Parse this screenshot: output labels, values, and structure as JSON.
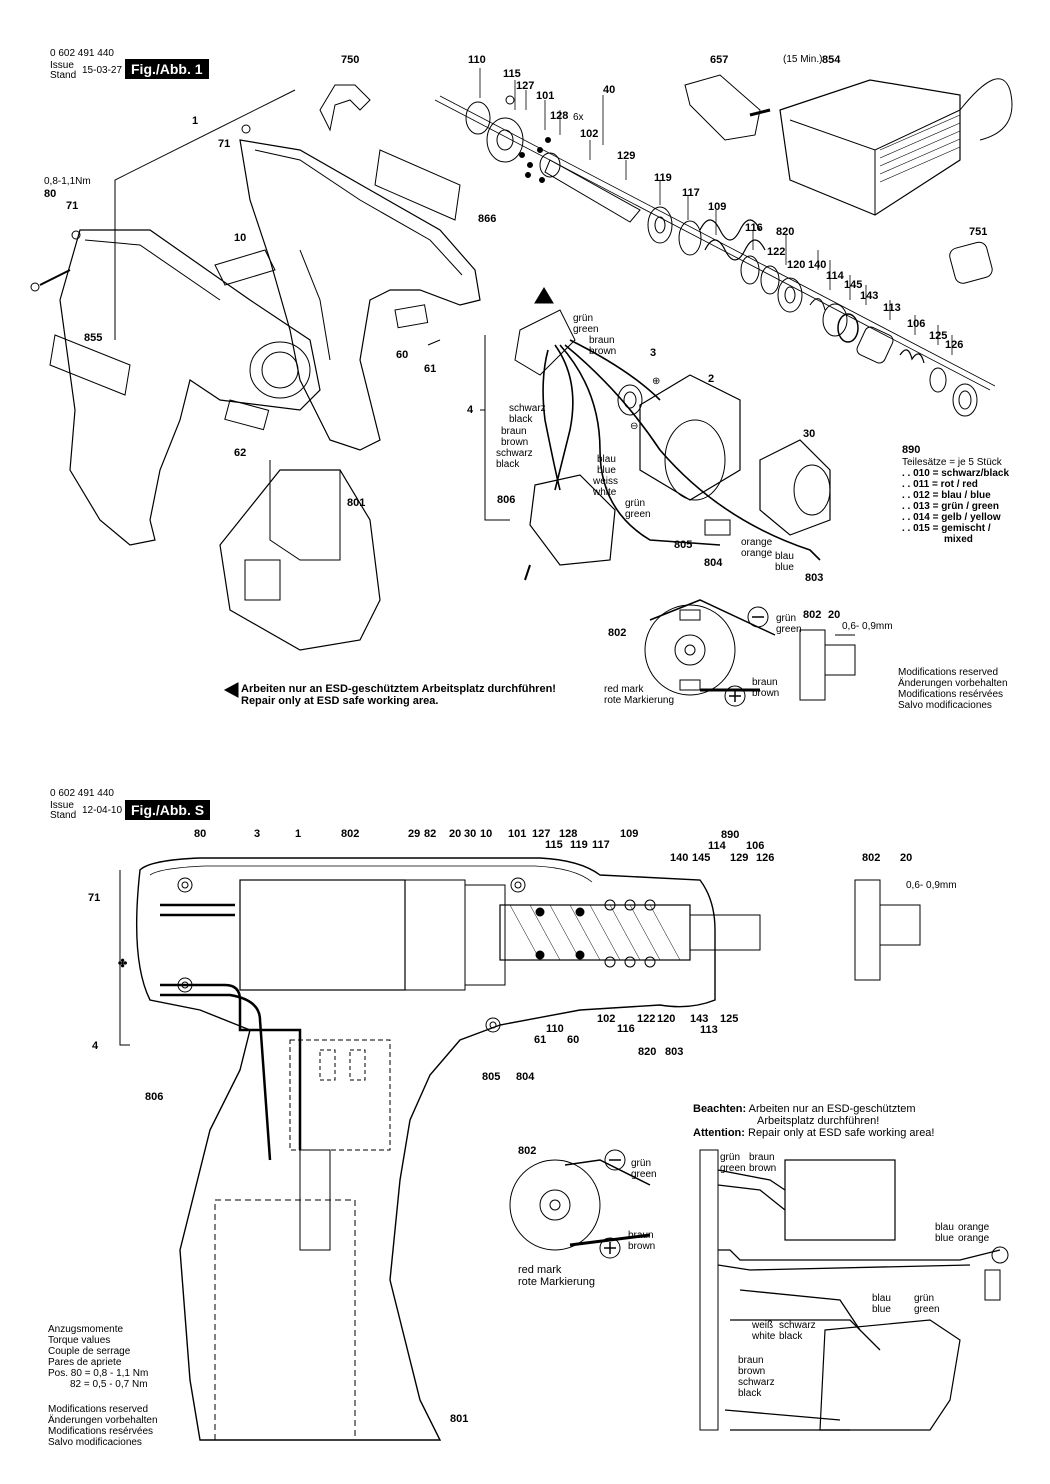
{
  "fig1": {
    "part_number": "0 602 491 440",
    "issue_label": "Issue",
    "stand_label": "Stand",
    "date": "15-03-27",
    "fig_label": "Fig./Abb. 1",
    "callouts": [
      "750",
      "110",
      "115",
      "127",
      "101",
      "128",
      "6x",
      "40",
      "102",
      "129",
      "657",
      "(15 Min.)",
      "854",
      "866",
      "1",
      "71",
      "0,8-1,1Nm",
      "80",
      "71",
      "10",
      "119",
      "117",
      "109",
      "116",
      "820",
      "122",
      "120",
      "140",
      "114",
      "145",
      "143",
      "113",
      "106",
      "125",
      "126",
      "751",
      "855",
      "60",
      "61",
      "62",
      "801",
      "806",
      "805",
      "804",
      "803",
      "3",
      "2",
      "30",
      "4",
      "890"
    ],
    "wires": {
      "gruen_green": [
        "grün",
        "green"
      ],
      "braun_brown": [
        "braun",
        "brown"
      ],
      "schwarz_black": [
        "schwarz",
        "black"
      ],
      "braun_brown2": [
        "braun",
        "brown"
      ],
      "schwarz_black2": [
        "schwarz",
        "black"
      ],
      "blau_blue": [
        "blau",
        "blue"
      ],
      "weiss_white": [
        "weiss",
        "white"
      ],
      "gruen_green2": [
        "grün",
        "green"
      ],
      "orange_orange": [
        "orange",
        "orange"
      ],
      "blau_blue2": [
        "blau",
        "blue"
      ]
    },
    "sets": {
      "title": "Teilesätze = je 5 Stück",
      "rows": [
        ". . 010 = schwarz/black",
        ". . 011 = rot / red",
        ". . 012 = blau / blue",
        ". . 013 = grün / green",
        ". . 014 = gelb / yellow",
        ". . 015 = gemischt /",
        "mixed"
      ]
    },
    "esd_warning": [
      "Arbeiten nur an ESD-geschütztem Arbeitsplatz durchführen!",
      "Repair only at ESD safe working area."
    ],
    "detail": {
      "label_802": "802",
      "gruen": "grün",
      "green": "green",
      "braun": "braun",
      "brown": "brown",
      "red_mark": "red mark",
      "rote_markierung": "rote Markierung",
      "gap_labels": [
        "802",
        "20"
      ],
      "gap": "0,6- 0,9mm"
    },
    "modifications": [
      "Modifications reserved",
      "Änderungen vorbehalten",
      "Modifications resérvées",
      "Salvo modificaciones"
    ]
  },
  "figS": {
    "part_number": "0 602 491 440",
    "issue_label": "Issue",
    "stand_label": "Stand",
    "date": "12-04-10",
    "fig_label": "Fig./Abb. S",
    "top_callouts": [
      "80",
      "3",
      "1",
      "802",
      "29",
      "82",
      "20",
      "30",
      "10",
      "101",
      "127",
      "128",
      "115",
      "119",
      "117",
      "109",
      "890",
      "114",
      "106",
      "140",
      "145",
      "129",
      "126",
      "802",
      "20"
    ],
    "left_callouts": [
      "71",
      "4",
      "806"
    ],
    "bottom_callouts": [
      "102",
      "116",
      "122",
      "120",
      "143",
      "113",
      "125",
      "61",
      "110",
      "60",
      "820",
      "803",
      "805",
      "804",
      "801"
    ],
    "gap": "0,6- 0,9mm",
    "note": {
      "beachten": "Beachten:",
      "attention": "Attention:",
      "line1": "Arbeiten nur an ESD-geschütztem",
      "line2": "Arbeitsplatz durchführen!",
      "line3": "Repair only at ESD safe working area!"
    },
    "detail_circle": {
      "label": "802",
      "gruen": "grün",
      "green": "green",
      "braun": "braun",
      "brown": "brown",
      "red_mark": "red mark",
      "rote": "rote Markierung"
    },
    "wiring": {
      "gruen": "grün",
      "green": "green",
      "braun": "braun",
      "brown": "brown",
      "blau": "blau",
      "blue": "blue",
      "orange": "orange",
      "orange2": "orange",
      "gruen2": "grün",
      "green2": "green",
      "blau2": "blau",
      "blue2": "blue",
      "weiss": "weiß",
      "white": "white",
      "schwarz": "schwarz",
      "black": "black",
      "braun2": "braun",
      "brown2": "brown",
      "schwarz2": "schwarz",
      "black2": "black"
    },
    "torque": [
      "Anzugsmomente",
      "Torque values",
      "Couple de serrage",
      "Pares de apriete",
      "Pos. 80 =   0,8 -   1,1 Nm",
      "82 =   0,5 -   0,7 Nm"
    ],
    "modifications": [
      "Modifications reserved",
      "Änderungen vorbehalten",
      "Modifications resérvées",
      "Salvo modificaciones"
    ]
  }
}
